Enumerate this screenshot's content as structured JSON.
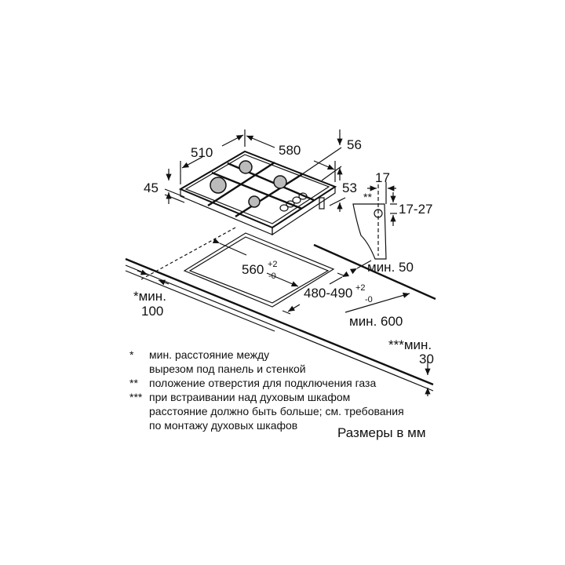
{
  "dimensions": {
    "depth": "510",
    "width": "580",
    "back_height": "56",
    "height": "45",
    "front_height": "53",
    "gas_offset": "17",
    "gas_marker": "**",
    "gas_height": "17-27",
    "min_back": "мин. 50",
    "cutout_width": "560",
    "cutout_width_tol_plus": "+2",
    "cutout_width_tol_minus": "-0",
    "cutout_depth": "480-490",
    "cutout_depth_tol_plus": "+2",
    "cutout_depth_tol_minus": "-0",
    "min_side_label": "*мин.",
    "min_side_value": "100",
    "min_counter": "мин. 600",
    "min_under_label": "***мин.",
    "min_under_value": "30"
  },
  "notes": [
    {
      "marker": "*",
      "lines": [
        "мин. расстояние между",
        "вырезом под панель и стенкой"
      ]
    },
    {
      "marker": "**",
      "lines": [
        "положение отверстия для подключения газа"
      ]
    },
    {
      "marker": "***",
      "lines": [
        "при встраивании над духовым шкафом",
        "расстояние должно быть больше; см. требования",
        "по монтажу духовых шкафов"
      ]
    }
  ],
  "units_caption": "Размеры в мм"
}
